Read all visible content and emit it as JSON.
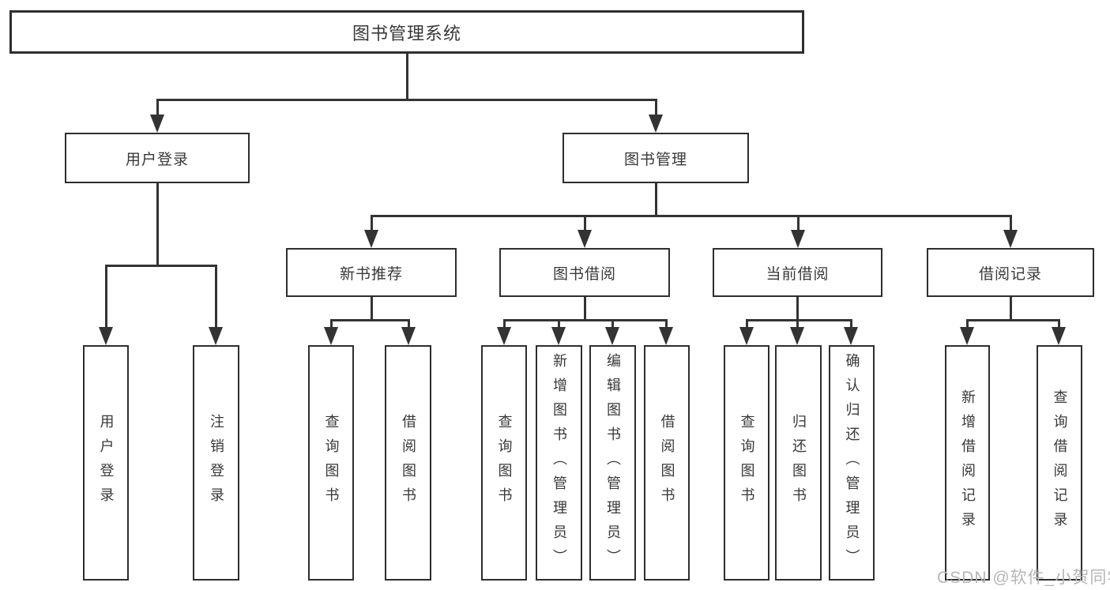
{
  "diagram_type": "hierarchy-tree",
  "tree": {
    "label": "图书管理系统",
    "children": [
      {
        "label": "用户登录",
        "children": [
          {
            "label": "用户登录"
          },
          {
            "label": "注销登录"
          }
        ]
      },
      {
        "label": "图书管理",
        "children": [
          {
            "label": "新书推荐",
            "children": [
              {
                "label": "查询图书"
              },
              {
                "label": "借阅图书"
              }
            ]
          },
          {
            "label": "图书借阅",
            "children": [
              {
                "label": "查询图书"
              },
              {
                "label": "新增图书（管理员）"
              },
              {
                "label": "编辑图书（管理员）"
              },
              {
                "label": "借阅图书"
              }
            ]
          },
          {
            "label": "当前借阅",
            "children": [
              {
                "label": "查询图书"
              },
              {
                "label": "归还图书"
              },
              {
                "label": "确认归还（管理员）"
              }
            ]
          },
          {
            "label": "借阅记录",
            "children": [
              {
                "label": "新增借阅记录"
              },
              {
                "label": "查询借阅记录"
              }
            ]
          }
        ]
      }
    ]
  },
  "watermark": {
    "text": "CSDN @软件_小贺同学",
    "color": "#b6b6b6"
  },
  "colors": {
    "background": "#ffffff",
    "line": "#333333",
    "box_border": "#2e2e2e",
    "text": "#383838"
  }
}
